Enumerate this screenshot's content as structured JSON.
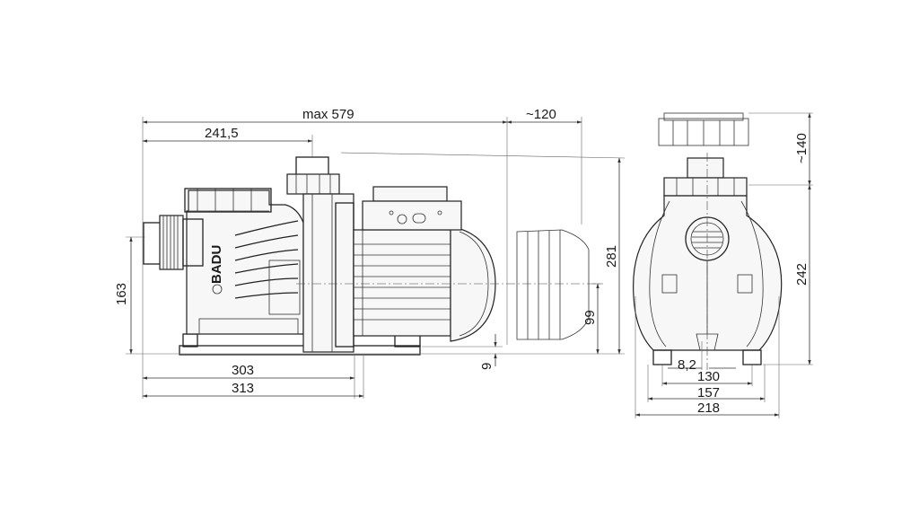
{
  "logo_text": "BADU",
  "dimensions": {
    "overall_length": "max 579",
    "motor_clearance": "~120",
    "inlet_axis_offset": "241,5",
    "inlet_height": "163",
    "base_to_303": "303",
    "base_to_313": "313",
    "foot_height": "9",
    "axis_height": "99",
    "overall_height": "281",
    "lid_clearance": "~140",
    "front_height": "242",
    "foot_width_small": "8,2",
    "foot_span_130": "130",
    "foot_span_157": "157",
    "overall_width": "218"
  }
}
